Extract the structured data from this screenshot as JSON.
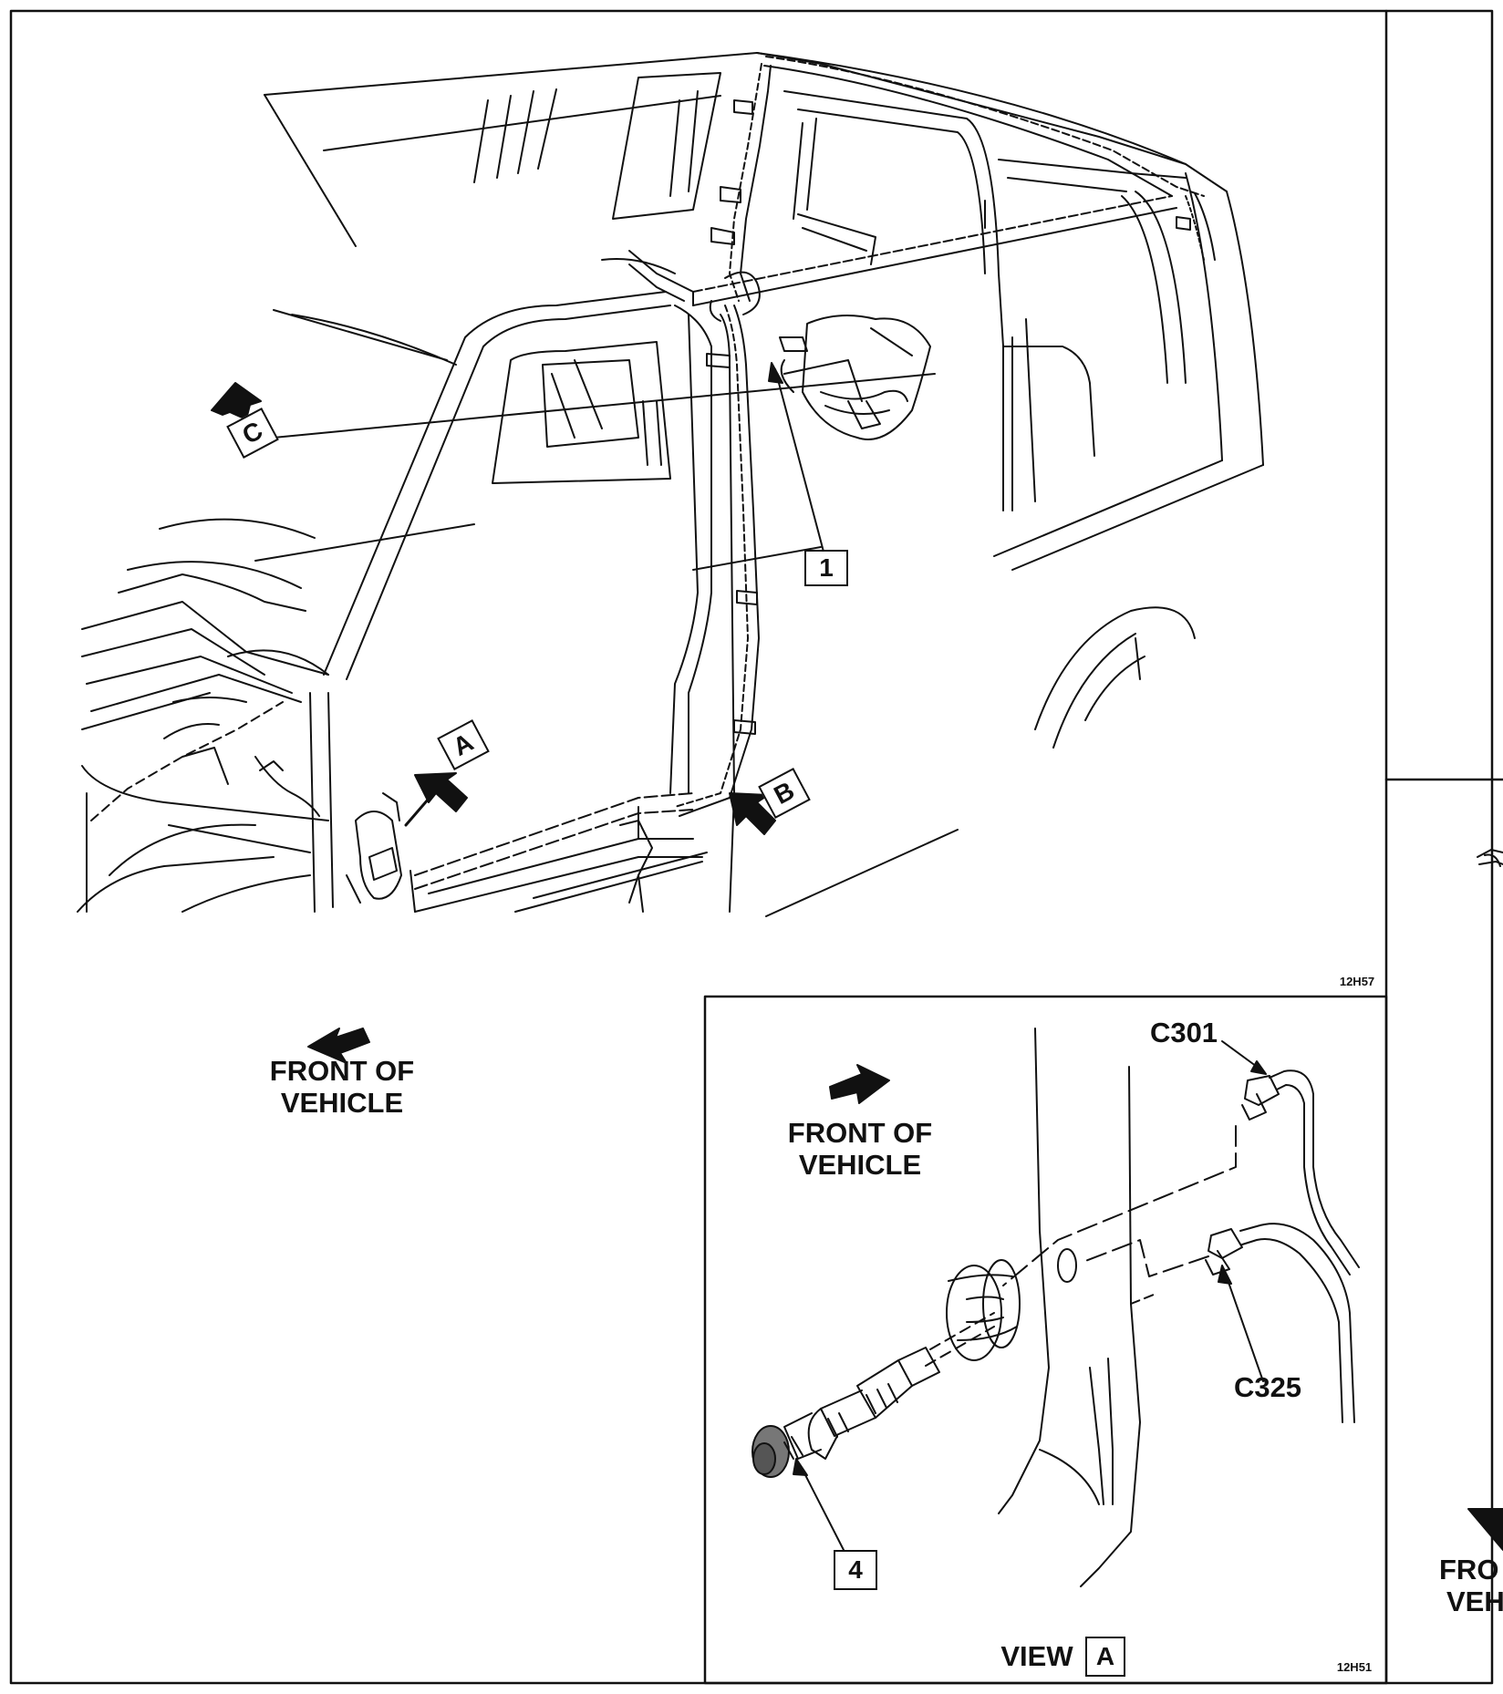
{
  "main_view": {
    "callouts": {
      "item_1": "1",
      "view_a": "A",
      "view_b": "B",
      "view_c": "C"
    },
    "front_of_vehicle": "FRONT OF\nVEHICLE",
    "figure_code": "12H57"
  },
  "detail_view_a": {
    "front_of_vehicle": "FRONT OF\nVEHICLE",
    "connector_top": "C301",
    "connector_bottom": "C325",
    "item_4": "4",
    "view_title": "VIEW",
    "view_letter": "A",
    "figure_code": "12H51"
  },
  "right_panel_partial": {
    "text_line_1": "FRO",
    "text_line_2": "VEH"
  },
  "colors": {
    "ink": "#111111",
    "paper": "#ffffff"
  }
}
